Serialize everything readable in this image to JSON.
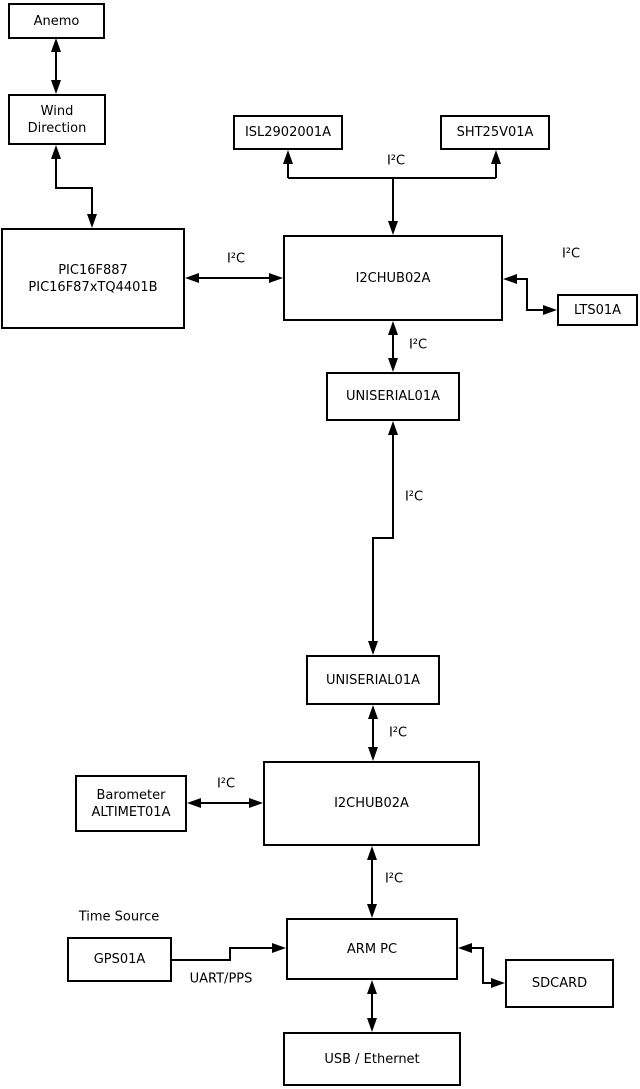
{
  "diagram": {
    "colors": {
      "stroke": "#000000",
      "background": "#ffffff",
      "node_fill": "#ffffff"
    },
    "nodes": {
      "anemo": {
        "lines": [
          "Anemo"
        ]
      },
      "wind_direction": {
        "lines": [
          "Wind",
          "Direction"
        ]
      },
      "pic": {
        "lines": [
          "PIC16F887",
          "PIC16F87xTQ4401B"
        ]
      },
      "isl": {
        "lines": [
          "ISL2902001A"
        ]
      },
      "sht": {
        "lines": [
          "SHT25V01A"
        ]
      },
      "hub1": {
        "lines": [
          "I2CHUB02A"
        ]
      },
      "lts": {
        "lines": [
          "LTS01A"
        ]
      },
      "uniserial1": {
        "lines": [
          "UNISERIAL01A"
        ]
      },
      "uniserial2": {
        "lines": [
          "UNISERIAL01A"
        ]
      },
      "hub2": {
        "lines": [
          "I2CHUB02A"
        ]
      },
      "barometer": {
        "lines": [
          "Barometer",
          "ALTIMET01A"
        ]
      },
      "gps": {
        "lines": [
          "GPS01A"
        ]
      },
      "armpc": {
        "lines": [
          "ARM PC"
        ]
      },
      "sdcard": {
        "lines": [
          "SDCARD"
        ]
      },
      "usb": {
        "lines": [
          "USB / Ethernet"
        ]
      }
    },
    "labels": {
      "i2c_pic_hub1": "I²C",
      "i2c_sensor_bus": "I²C",
      "i2c_hub1_lts": "I²C",
      "i2c_hub1_uniserial1": "I²C",
      "i2c_uniserial_link": "I²C",
      "i2c_uniserial2_hub2": "I²C",
      "i2c_barometer_hub2": "I²C",
      "i2c_hub2_armpc": "I²C",
      "time_source": "Time Source",
      "uart_pps": "UART/PPS"
    }
  }
}
